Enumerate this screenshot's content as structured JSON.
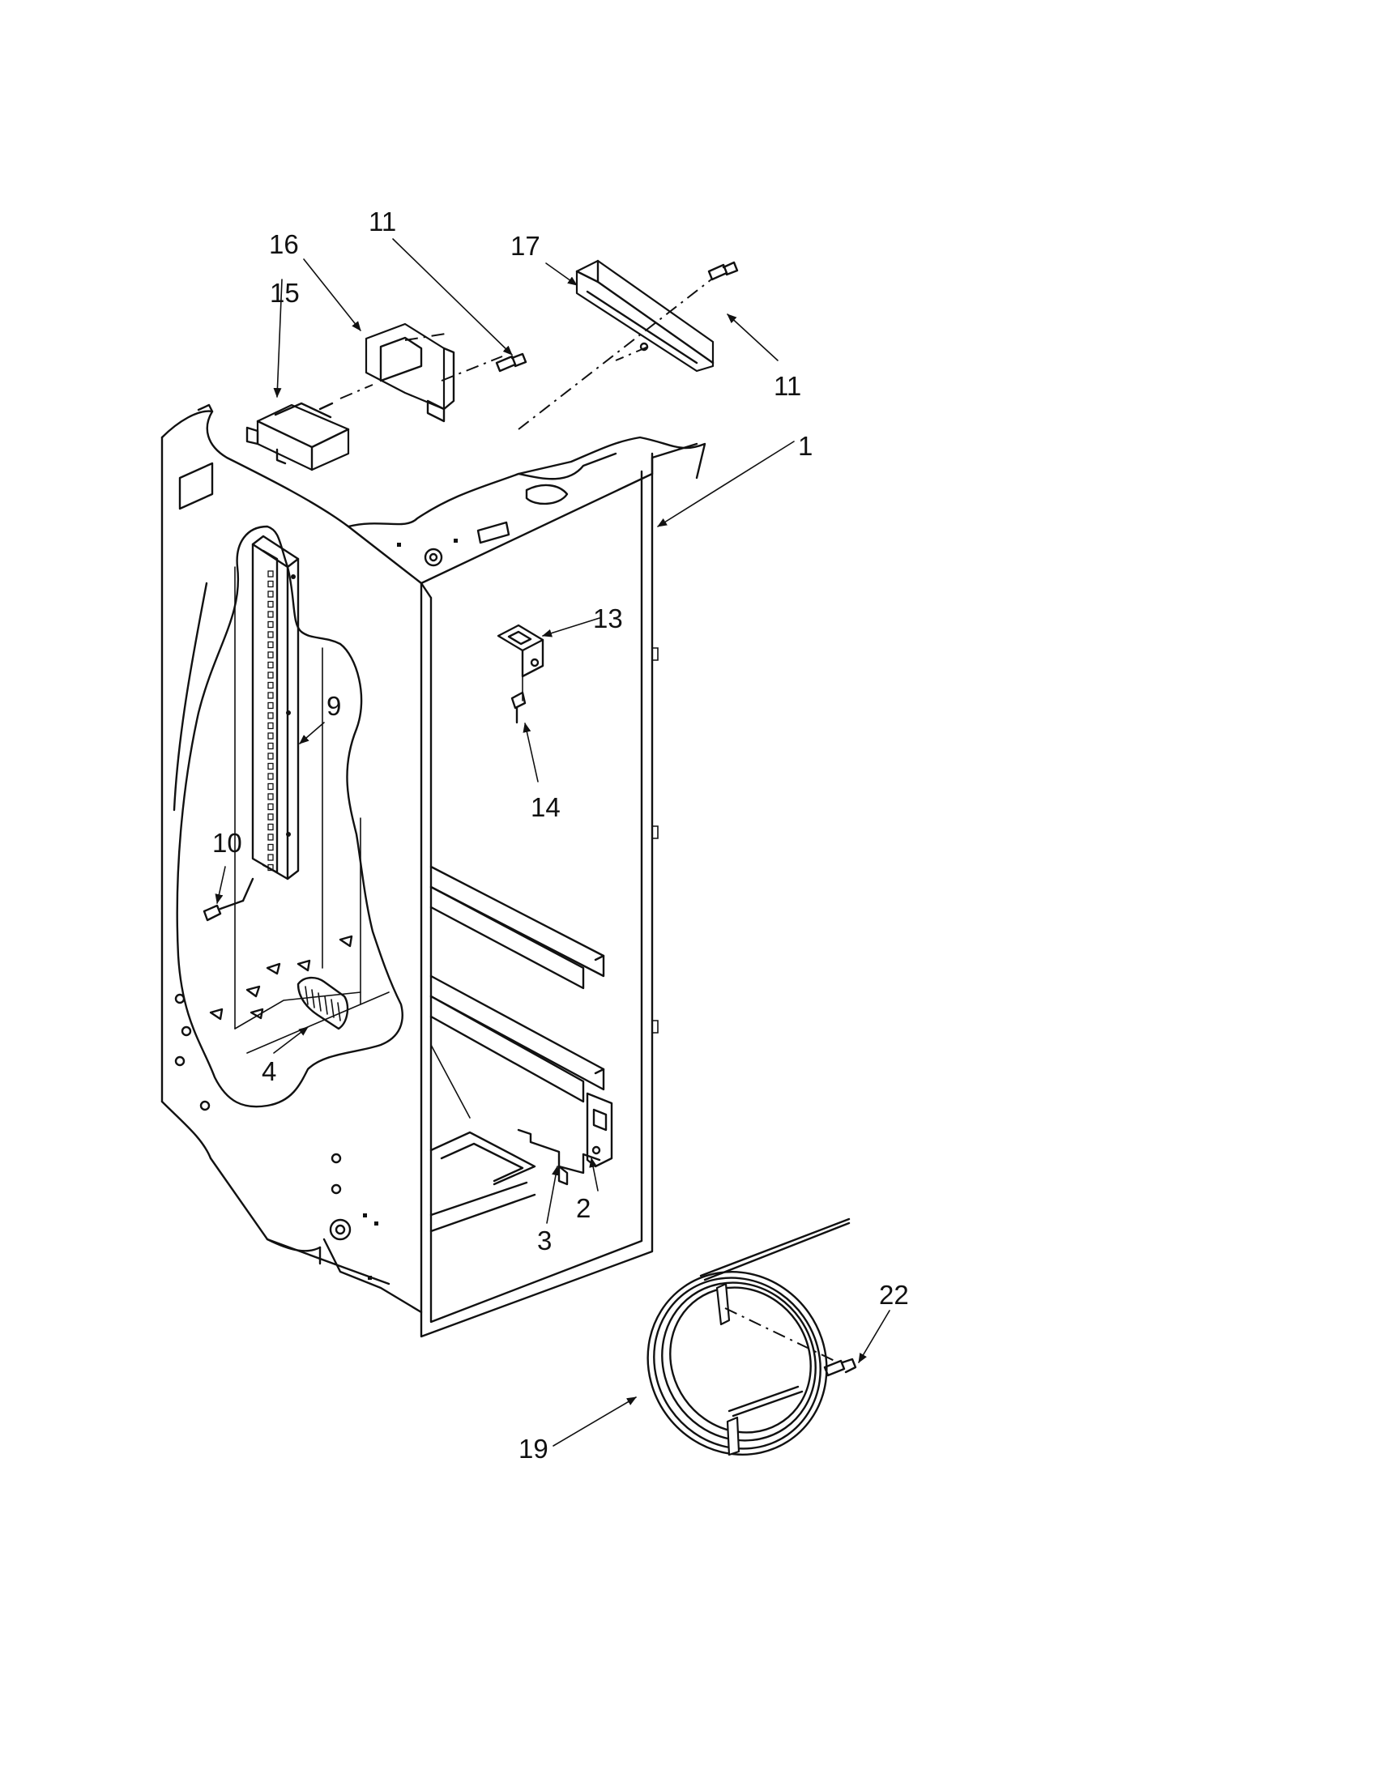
{
  "callouts": {
    "c1": "1",
    "c2": "2",
    "c3": "3",
    "c4": "4",
    "c9": "9",
    "c10": "10",
    "c11a": "11",
    "c11b": "11",
    "c13": "13",
    "c14": "14",
    "c15": "15",
    "c16": "16",
    "c17": "17",
    "c19": "19",
    "c22": "22"
  },
  "colors": {
    "line": "#111111",
    "background": "#ffffff"
  }
}
